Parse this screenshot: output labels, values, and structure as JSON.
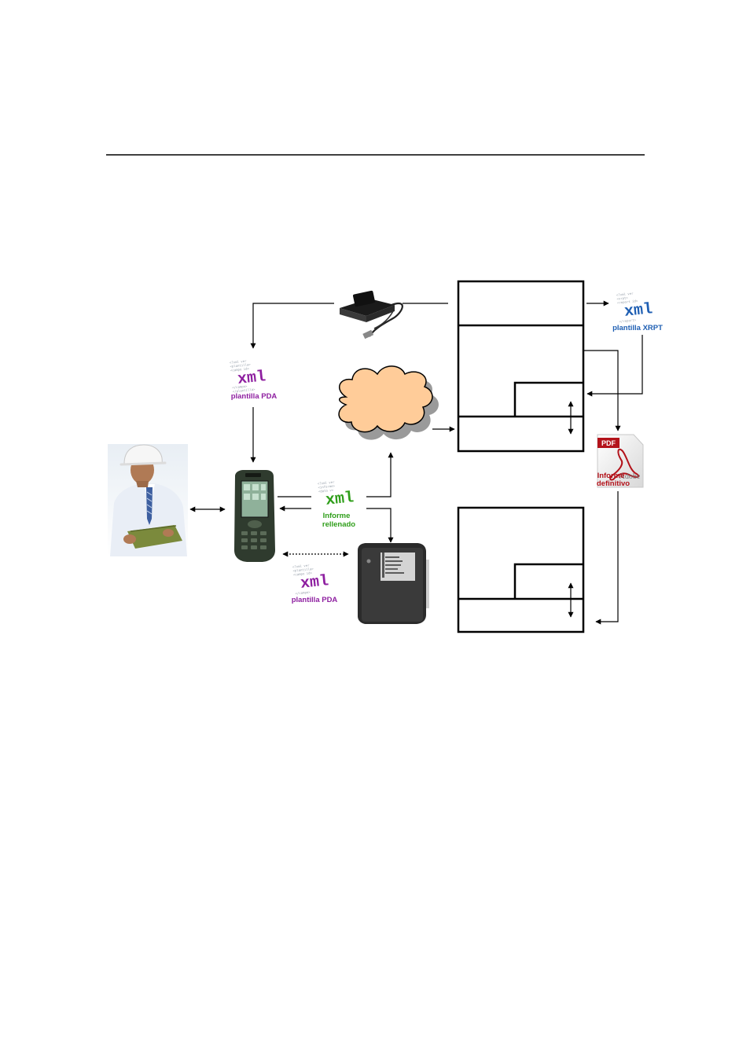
{
  "diagram": {
    "xml_word": "xml",
    "pdf_badge": "PDF",
    "adobe_word": "Adobe",
    "labels": {
      "plantilla_pda_top": "plantilla PDA",
      "plantilla_xrpt": "plantilla XRPT",
      "informe_rellenado_line1": "Informe",
      "informe_rellenado_line2": "rellenado",
      "informe_definitivo_line1": "Informe",
      "informe_definitivo_line2": "definitivo",
      "plantilla_pda_bottom": "plantilla PDA"
    },
    "colors": {
      "xml_purple": "#8e1fa0",
      "xml_blue": "#1f5fb3",
      "xml_green": "#2f9e1a",
      "pdf_red": "#b3121a",
      "cloud_fill": "#ffcc99",
      "cloud_shadow": "#9a9a9a",
      "box_stroke": "#000000"
    }
  }
}
